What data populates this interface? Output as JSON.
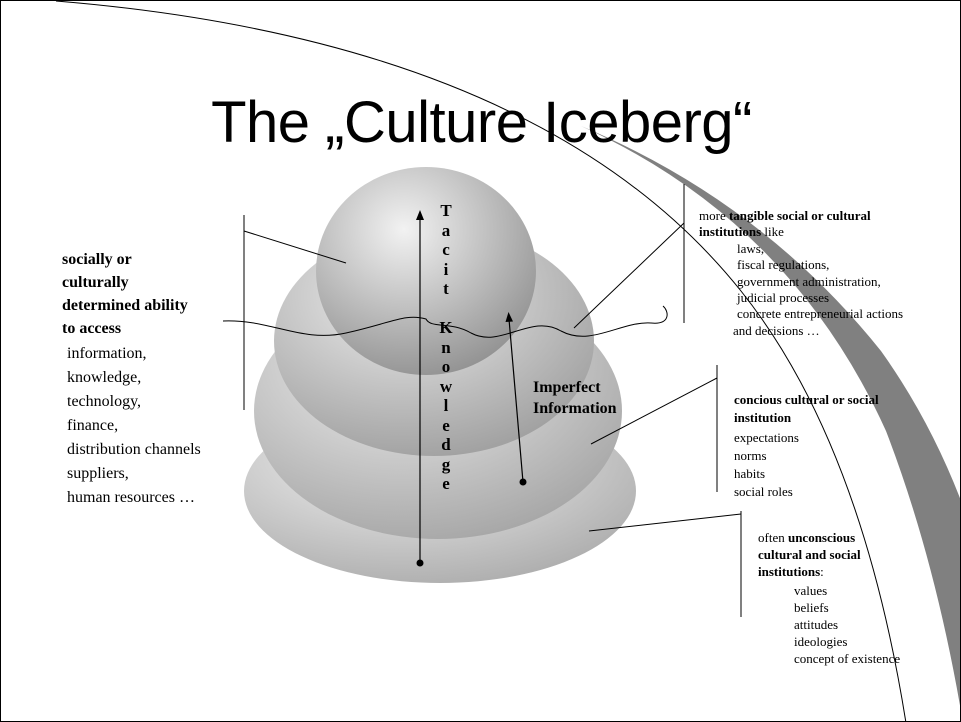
{
  "slide": {
    "title": "The „Culture Iceberg“"
  },
  "left_block": {
    "heading": [
      "socially or",
      "culturally",
      "determined ability",
      "to access"
    ],
    "items": [
      "information,",
      "knowledge,",
      "technology,",
      "finance,",
      "distribution channels",
      "suppliers,",
      "human resources …"
    ]
  },
  "diagram": {
    "tacit_letters": [
      "T",
      "a",
      "c",
      "i",
      "t",
      "",
      "K",
      "n",
      "o",
      "w",
      "l",
      "e",
      "d",
      "g",
      "e"
    ],
    "imperfect_label": [
      "Imperfect",
      "Information"
    ]
  },
  "right_top": {
    "intro_prefix": "more ",
    "intro_bold_1": "tangible social or cultural",
    "intro_bold_2": "institutions",
    "intro_suffix": " like",
    "items": [
      "laws,",
      "fiscal regulations,",
      "government administration,",
      "judicial processes",
      "concrete entrepreneurial actions"
    ],
    "last_line": "and decisions …"
  },
  "right_mid": {
    "heading_1": "concious cultural or social",
    "heading_2": "institution",
    "items": [
      "expectations",
      "norms",
      "habits",
      "social roles"
    ]
  },
  "right_bottom": {
    "prefix": "often ",
    "bold_1": "unconscious",
    "bold_2": "cultural and social",
    "bold_3": "institutions",
    "suffix": ":",
    "items": [
      "values",
      "beliefs",
      "attitudes",
      "ideologies",
      "concept of existence"
    ]
  },
  "colors": {
    "iceberg_light": "#f2f2f2",
    "iceberg_dark": "#909090",
    "swoosh": "#808080",
    "line": "#000000"
  }
}
